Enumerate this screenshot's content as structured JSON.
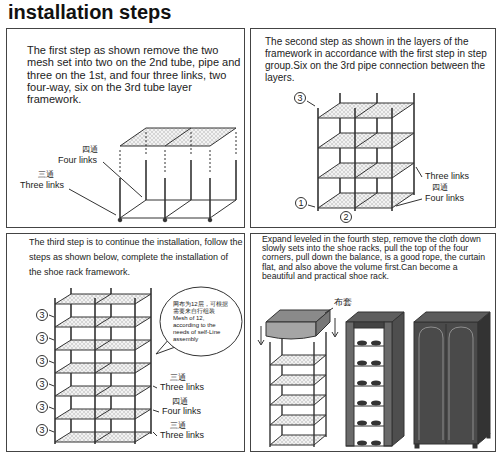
{
  "diagram": {
    "title": "installation steps",
    "nodes": [
      {
        "text": [
          "The first step as shown remove the two mesh set into two on the 2nd tube, pipe and three on the 1st, and four three links, two four-way, six on the 3rd tube layer framework."
        ]
      },
      {
        "text": [
          "The second step as shown in the layers of the framework in accordance with the first step in step group.Six on the 3rd pipe connection between the layers."
        ]
      },
      {
        "text": [
          "The third step is to continue the installation, follow the steps as shown below, complete the installation of the shoe rack framework."
        ]
      },
      {
        "text": [
          "网布为12层，可根据需要来自行组装",
          "Mesh of 12, according to the needs of self-Line assembly"
        ],
        "in": 2
      },
      {
        "text": [
          "Expand leveled in the fourth step, remove the cloth down slowly sets into the shoe racks, pull the top of the four corners, pull down the balance, is a good rope, the curtain flat, and also above the volume first.Can become a beautiful and practical shoe rack."
        ]
      }
    ],
    "labels": [
      "四通",
      "Four links",
      "三通",
      "Three links",
      "3",
      "Three links",
      "四通",
      "Four links",
      "1",
      "2",
      "3",
      "3",
      "3",
      "3",
      "3",
      "3",
      "三通",
      "Three links",
      "四通",
      "Four links",
      "三通",
      "Three links",
      "布套"
    ]
  }
}
